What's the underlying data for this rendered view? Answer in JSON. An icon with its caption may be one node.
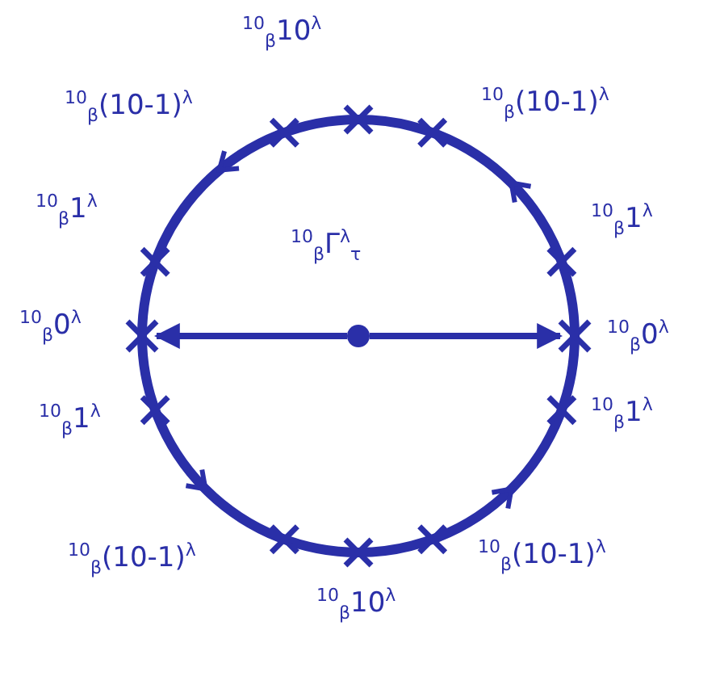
{
  "diagram": {
    "nodes": [
      {
        "text": [],
        "shape": "circle"
      },
      {
        "text": [],
        "shape": "cross"
      },
      {
        "text": [],
        "shape": "cross"
      }
    ],
    "edges": [
      {
        "from": 0,
        "to": 1,
        "arrow": "to"
      },
      {
        "from": 0,
        "to": 2,
        "arrow": "to"
      }
    ],
    "labels": [
      "$^{10}$$_{β}$10$^{λ}$",
      "$^{10}$$_{β}$(10-1)$^{λ}$",
      "$^{10}$$_{β}$(10-1)$^{λ}$",
      "$^{10}$$_{β}$1$^{λ}$",
      "$^{10}$$_{β}$1$^{λ}$",
      "$^{10}$$_{β}$Γ$^{λ}$$_{τ}$",
      "$^{10}$$_{β}$0$^{λ}$",
      "$^{10}$$_{β}$0$^{λ}$",
      "$^{10}$$_{β}$1$^{λ}$",
      "$^{10}$$_{β}$1$^{λ}$",
      "$^{10}$$_{β}$(10-1)$^{λ}$",
      "$^{10}$$_{β}$(10-1)$^{λ}$",
      "$^{10}$$_{β}$10$^{λ}$"
    ]
  }
}
